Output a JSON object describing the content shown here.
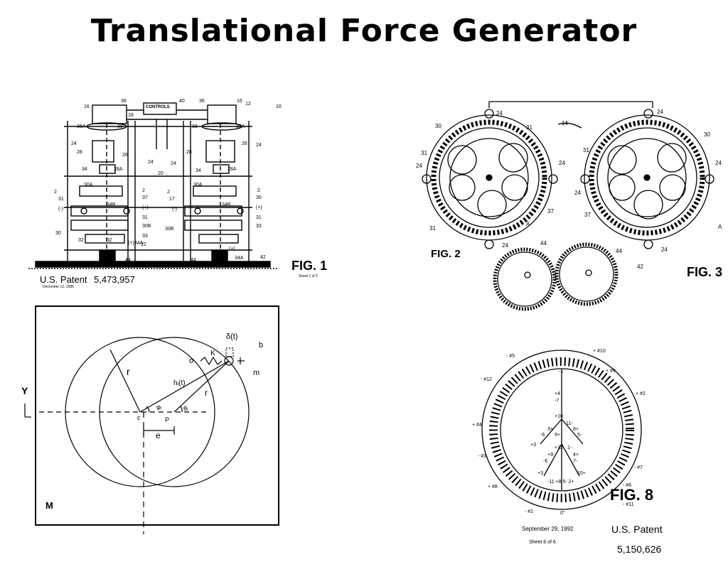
{
  "title": "Translational Force Generator",
  "fig1": {
    "label": "FIG. 1",
    "controls": "CONTROLS",
    "patent_label": "U.S. Patent",
    "patent_date": "December 12, 1995",
    "patent_number": "5,473,957",
    "sheet": "Sheet 1 of 2"
  },
  "fig2": {
    "label": "FIG. 2"
  },
  "fig3": {
    "label": "FIG. 3"
  },
  "fig8": {
    "label": "FIG. 8",
    "patent_label": "U.S. Patent",
    "patent_date": "September 29, 1992",
    "sheet": "Sheet 6 of 6",
    "patent_number": "5,150,626"
  },
  "geometry_fig": {
    "y_label": "Y",
    "m_label": "M",
    "r_label": "r",
    "k_label": "K",
    "h_label": "hᵢ(t)",
    "delta_label": "δ(t)",
    "b_label": "b",
    "m_small_label": "m",
    "o_label": "o",
    "c_label": "c",
    "p_label": "P",
    "e_label": "e",
    "phi_label": "φᵢ",
    "theta_label": "θᵢ"
  }
}
